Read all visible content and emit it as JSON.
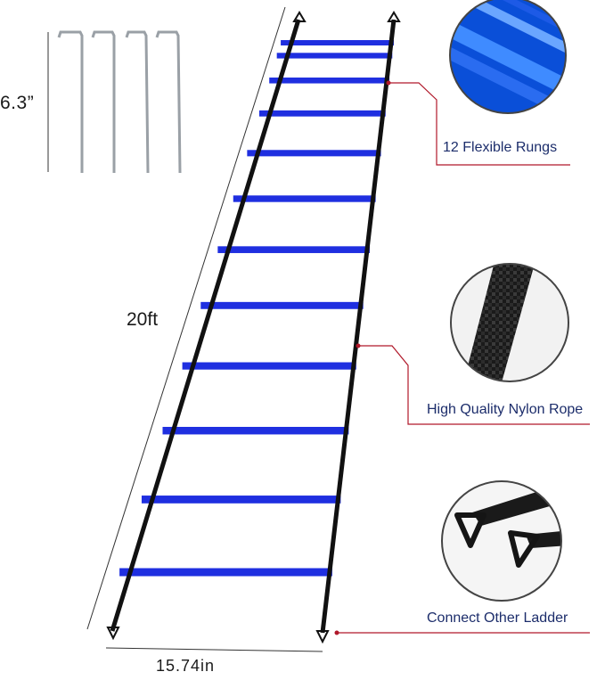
{
  "dimensions": {
    "stake_height": "6.3”",
    "ladder_length": "20ft",
    "ladder_width": "15.74in"
  },
  "callouts": {
    "rungs": "12 Flexible Rungs",
    "rope": "High Quality Nylon Rope",
    "connect": "Connect Other Ladder"
  },
  "colors": {
    "rung_blue": "#1f2fe0",
    "strap_black": "#111111",
    "callout_red": "#b0182a",
    "callout_text": "#1c2d6b",
    "stake_grey": "#9aa0a6"
  },
  "ladder": {
    "rung_count": 12,
    "stake_count": 4
  }
}
